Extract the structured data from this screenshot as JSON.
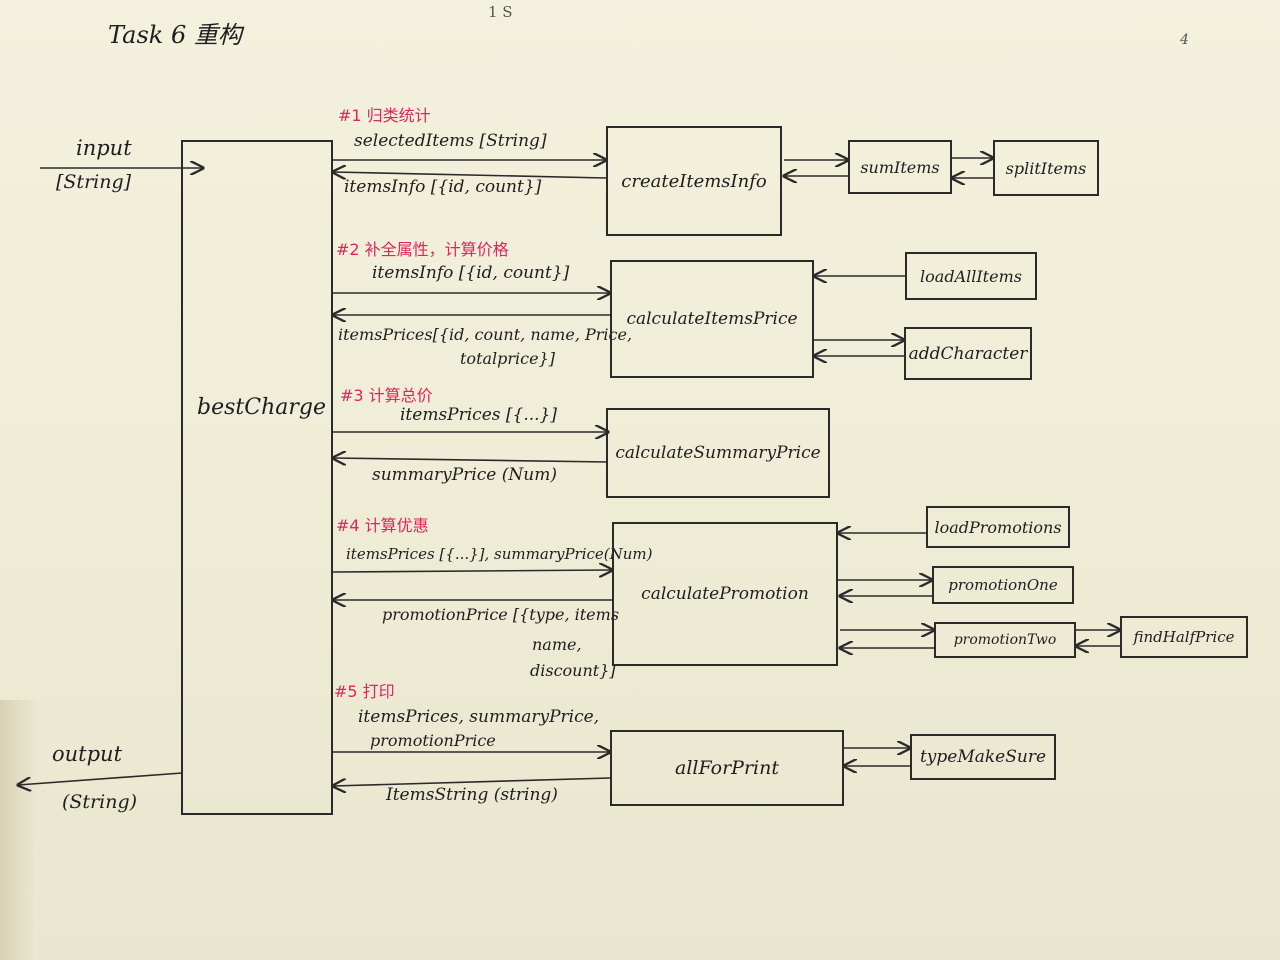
{
  "title": "Task 6 重构",
  "corner_mark": "1 S",
  "corner_right": "4",
  "main": {
    "label": "bestCharge",
    "input_label": "input",
    "input_type": "[String]",
    "output_label": "output",
    "output_type": "(String)"
  },
  "steps": [
    {
      "tag": "#1 归类统计",
      "in_lines": [
        "selectedItems [String]"
      ],
      "out_lines": [
        "itemsInfo [{id, count}]"
      ],
      "func": "createItemsInfo",
      "helpers": [
        "sumItems",
        "splitItems"
      ]
    },
    {
      "tag": "#2 补全属性，计算价格",
      "in_lines": [
        "itemsInfo [{id, count}]"
      ],
      "out_lines": [
        "itemsPrices[{id, count, name, Price,",
        "totalprice}]"
      ],
      "func": "calculateItemsPrice",
      "helpers": [
        "loadAllItems",
        "addCharacter"
      ]
    },
    {
      "tag": "#3 计算总价",
      "in_lines": [
        "itemsPrices [{...}]"
      ],
      "out_lines": [
        "summaryPrice (Num)"
      ],
      "func": "calculateSummaryPrice",
      "helpers": []
    },
    {
      "tag": "#4 计算优惠",
      "in_lines": [
        "itemsPrices [{...}], summaryPrice(Num)"
      ],
      "out_lines": [
        "promotionPrice [{type, items",
        "name,",
        "discount}]"
      ],
      "func": "calculatePromotion",
      "helpers": [
        "loadPromotions",
        "promotionOne",
        "promotionTwo",
        "findHalfPrice"
      ]
    },
    {
      "tag": "#5 打印",
      "in_lines": [
        "itemsPrices, summaryPrice,",
        "promotionPrice"
      ],
      "out_lines": [
        "ItemsString (string)"
      ],
      "func": "allForPrint",
      "helpers": [
        "typeMakeSure"
      ]
    }
  ]
}
